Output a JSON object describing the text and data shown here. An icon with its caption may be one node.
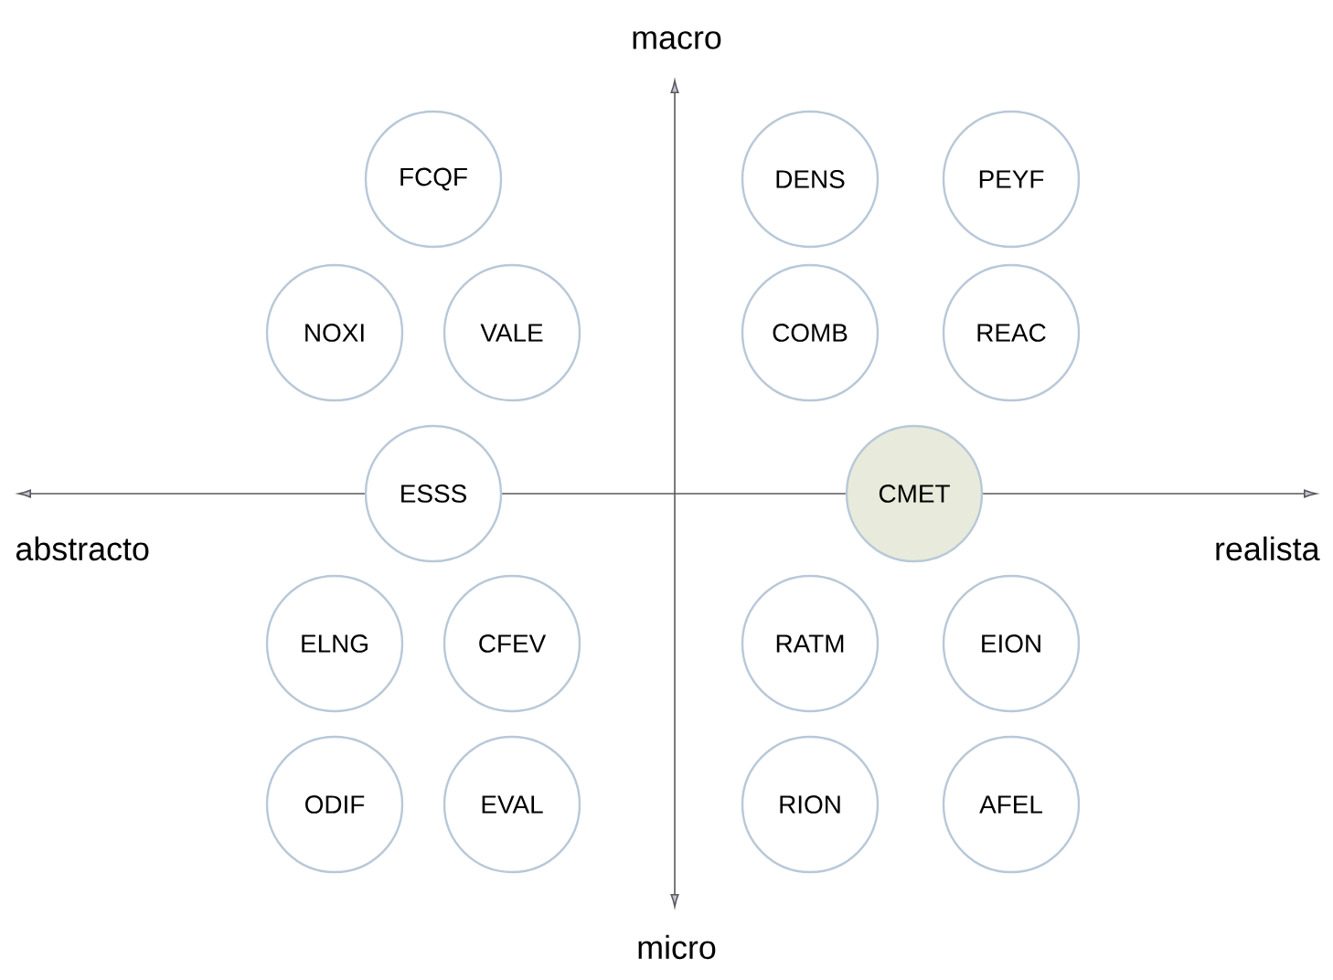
{
  "diagram": {
    "nodes": [
      {
        "text": [
          "FCQF"
        ]
      },
      {
        "text": [
          "DENS"
        ]
      },
      {
        "text": [
          "PEYF"
        ]
      },
      {
        "text": [
          "NOXI"
        ]
      },
      {
        "text": [
          "VALE"
        ]
      },
      {
        "text": [
          "COMB"
        ]
      },
      {
        "text": [
          "REAC"
        ]
      },
      {
        "text": [
          "ESSS"
        ]
      },
      {
        "text": [
          "CMET"
        ]
      },
      {
        "text": [
          "ELNG"
        ]
      },
      {
        "text": [
          "CFEV"
        ]
      },
      {
        "text": [
          "RATM"
        ]
      },
      {
        "text": [
          "EION"
        ]
      },
      {
        "text": [
          "ODIF"
        ]
      },
      {
        "text": [
          "EVAL"
        ]
      },
      {
        "text": [
          "RION"
        ]
      },
      {
        "text": [
          "AFEL"
        ]
      }
    ],
    "edges": [],
    "labels": [
      "macro",
      "abstracto",
      "realista",
      "micro"
    ]
  }
}
